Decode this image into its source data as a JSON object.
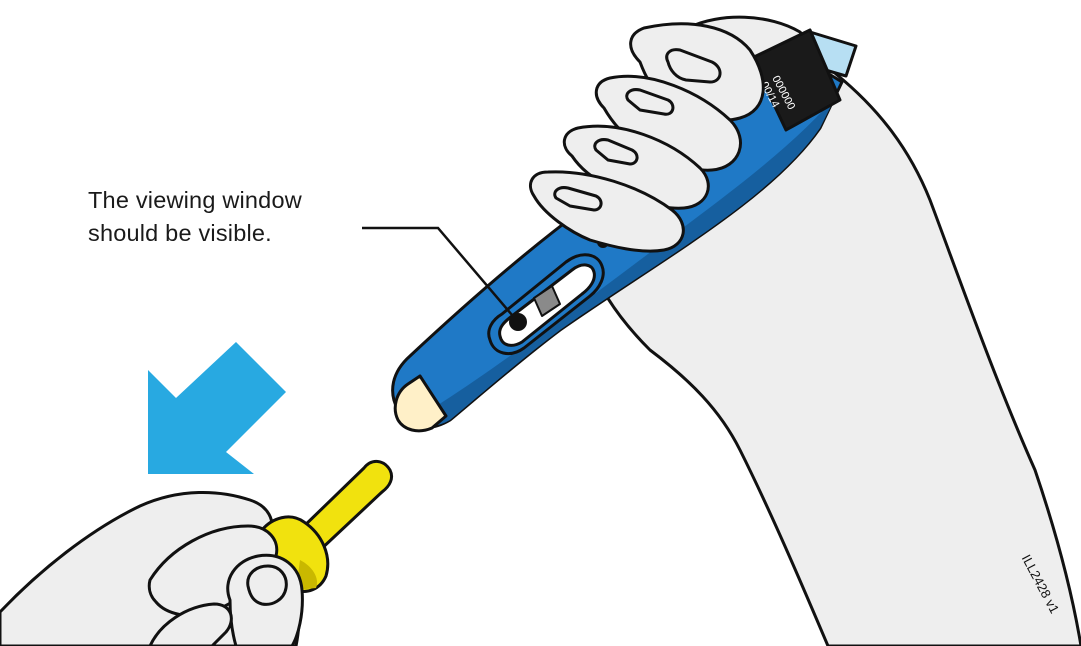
{
  "callout": {
    "line1": "The viewing window",
    "line2": "should be visible."
  },
  "pen_label": {
    "line1": "000000",
    "line2": "00/14"
  },
  "reference_id": "ILL2428 v1",
  "colors": {
    "pen_body": "#1f79c6",
    "pen_shadow": "#165f9f",
    "pen_dark": "#0e3f73",
    "cap_yellow": "#f1e20e",
    "cap_shadow": "#c9b800",
    "arrow": "#28a9e1",
    "skin": "#eeeeee",
    "outline": "#111111",
    "label_band": "#1a1a1a",
    "end_cap": "#b7dff3",
    "needle_end": "#fff0c8"
  },
  "icons": {
    "direction": "arrow-down-left-icon"
  }
}
